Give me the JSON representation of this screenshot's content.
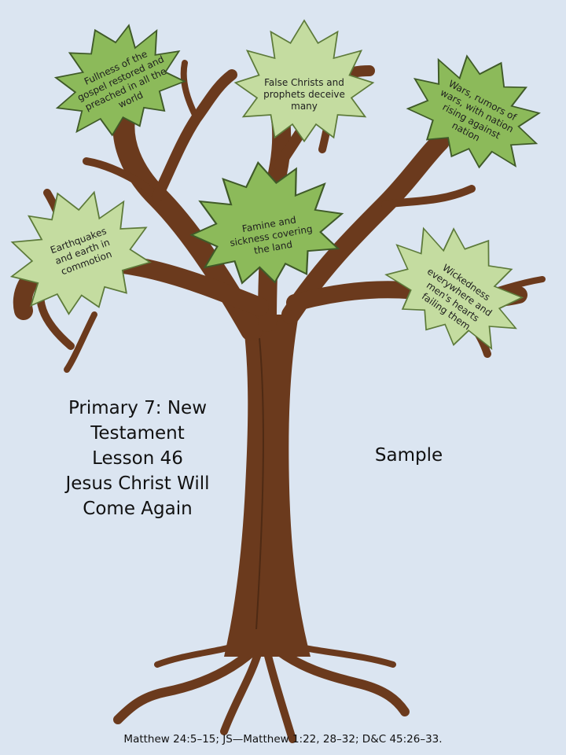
{
  "leaves": [
    {
      "id": "fullness",
      "text": "Fullness of the gospel restored and preached in all the world",
      "color": "#8cba5a"
    },
    {
      "id": "false-christs",
      "text": "False Christs and prophets deceive many",
      "color": "#c4dca0"
    },
    {
      "id": "wars",
      "text": "Wars, rumors of wars, with nation rising against nation",
      "color": "#8cba5a"
    },
    {
      "id": "earthquakes",
      "text": "Earthquakes and earth in commotion",
      "color": "#c4dca0"
    },
    {
      "id": "famine",
      "text": "Famine and sickness covering the land",
      "color": "#8cba5a"
    },
    {
      "id": "wickedness",
      "text": "Wickedness everywhere and men's hearts failing them",
      "color": "#c4dca0"
    }
  ],
  "title_lines": [
    "Primary 7: New",
    "Testament",
    "Lesson 46",
    "Jesus Christ Will",
    "Come Again"
  ],
  "sample_label": "Sample",
  "scripture_reference": "Matthew 24:5–15; JS—Matthew 1:22, 28–32; D&C 45:26–33.",
  "colors": {
    "background": "#dbe5f1",
    "trunk": "#6b3a1d",
    "leaf_dark": "#8cba5a",
    "leaf_light": "#c4dca0"
  }
}
